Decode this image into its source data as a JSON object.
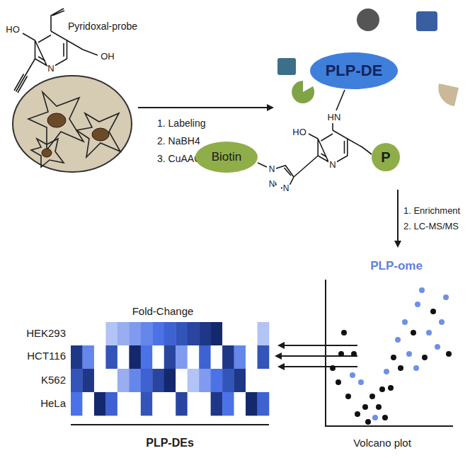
{
  "diagram": {
    "nodes": [
      {
        "text": [
          "PLP-DE"
        ]
      },
      {
        "text": [
          "Biotin"
        ]
      },
      {
        "text": [
          "P"
        ]
      }
    ],
    "labels": [
      "Pyridoxal-probe",
      "HO",
      "N",
      "OH",
      "1. Labeling",
      "2. NaBH4",
      "3. CuAAC",
      "HN",
      "HO",
      "N",
      "N",
      "N",
      "N",
      "1. Enrichment",
      "2. LC-MS/MS",
      "PLP-ome",
      "Volcano plot",
      "Fold-Change",
      "HEK293",
      "HCT116",
      "K562",
      "HeLa",
      "PLP-DEs"
    ]
  }
}
